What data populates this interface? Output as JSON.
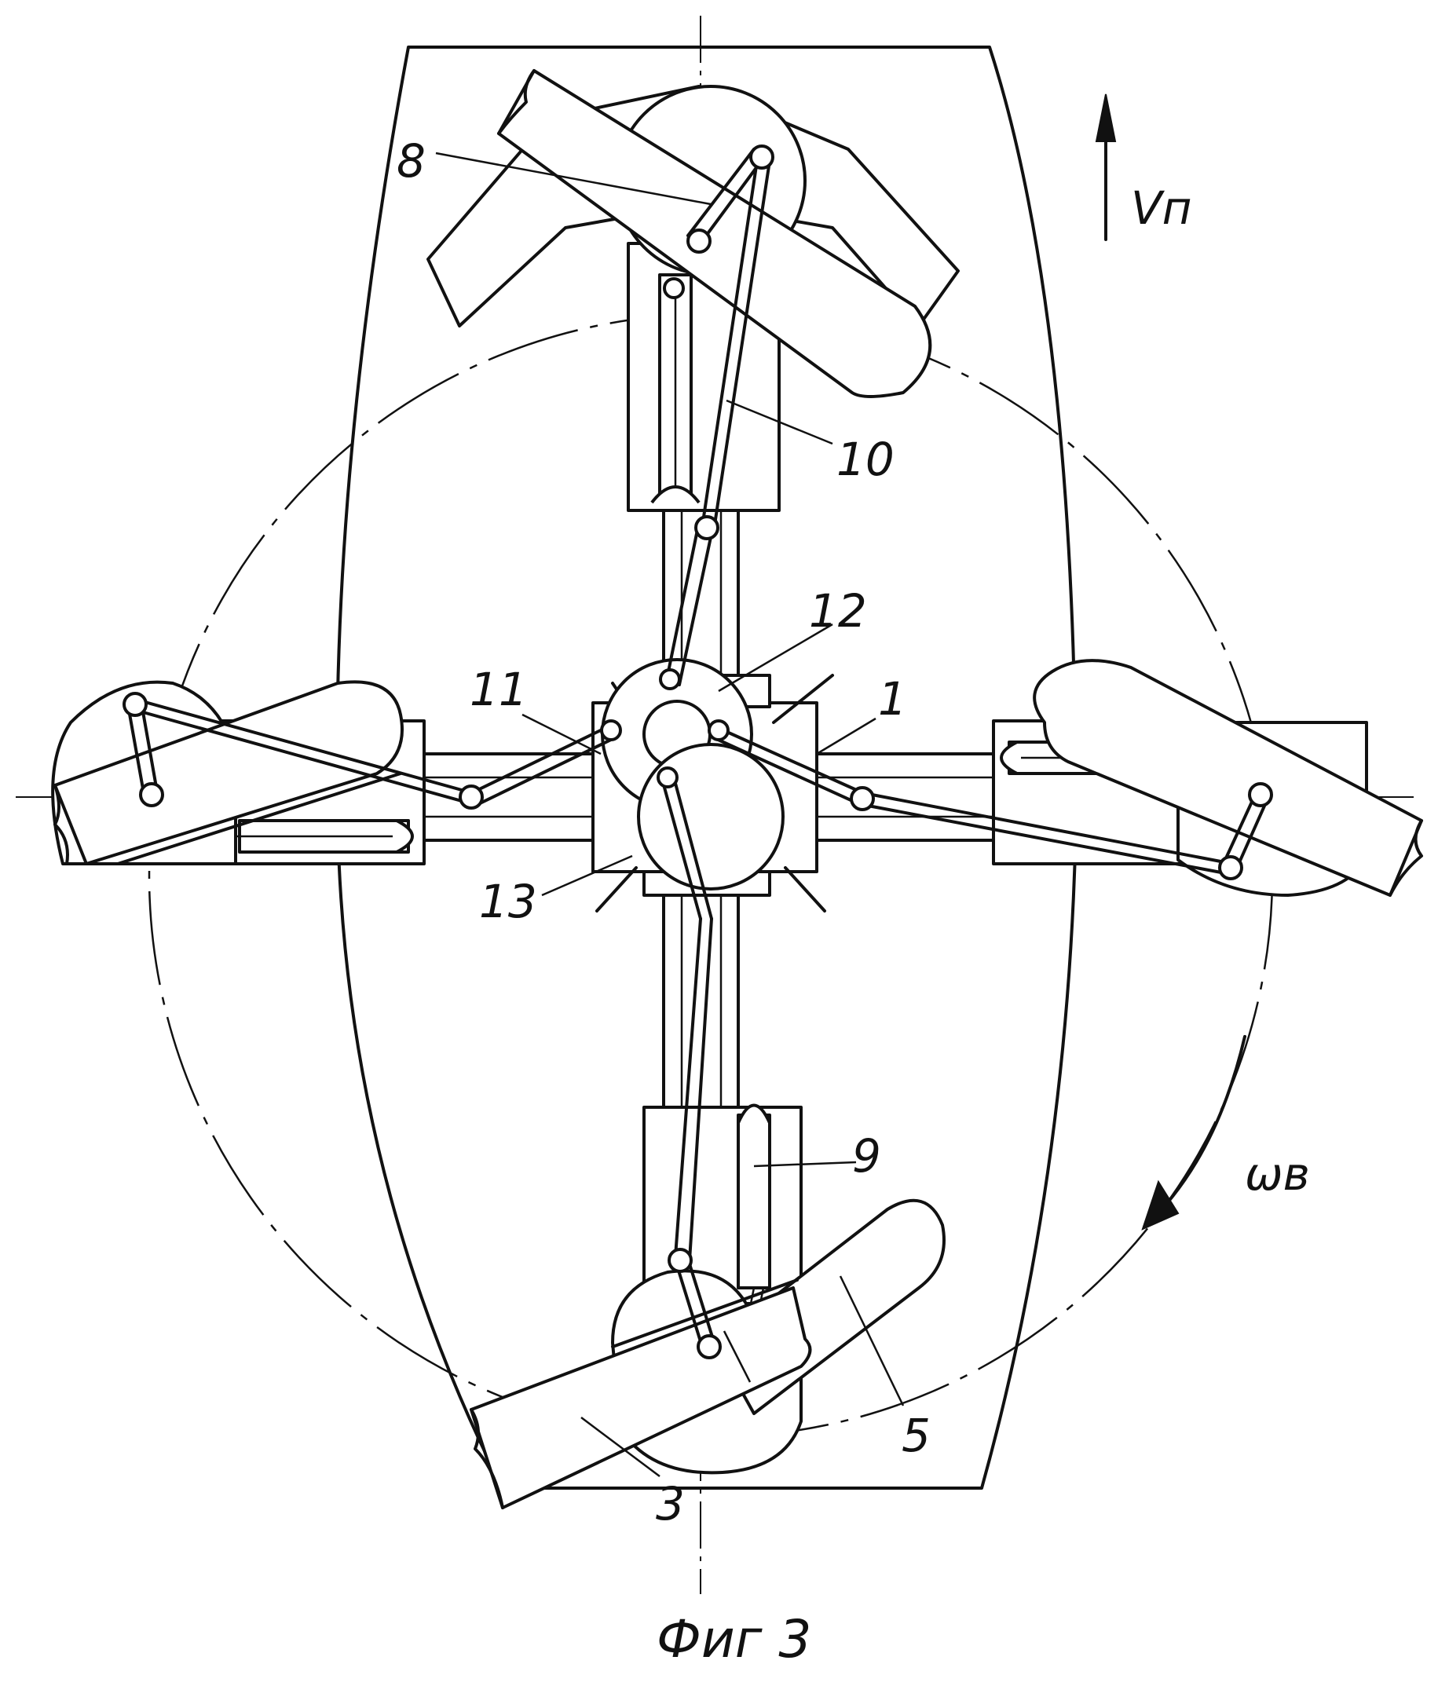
{
  "labels": {
    "l8": "8",
    "l10": "10",
    "l12": "12",
    "l11": "11",
    "l1": "1",
    "l13": "13",
    "l9": "9",
    "l5": "5",
    "l3": "3",
    "velocity": "Vп",
    "rotation": "ωв"
  },
  "caption": "Фиг 3"
}
